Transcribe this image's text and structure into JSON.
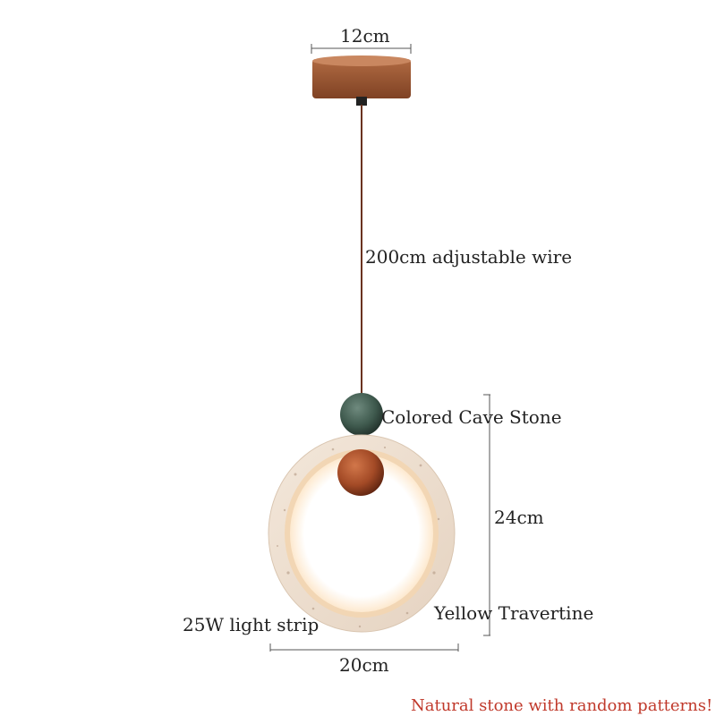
{
  "dimensions": {
    "canopy_width": "12cm",
    "wire": "200cm adjustable wire",
    "height": "24cm",
    "width": "20cm"
  },
  "callouts": {
    "stone": "Colored Cave Stone",
    "material": "Yellow Travertine",
    "light": "25W light strip"
  },
  "note": {
    "text": "Natural stone with random patterns!",
    "color": "#c0392b"
  },
  "colors": {
    "canopy": "#9a5530",
    "wire": "#6b3320",
    "green_stone": "#3f5a4e",
    "wood_ball": "#a34a26",
    "travertine": "#efe2d3",
    "glow": "#fff6ea"
  }
}
